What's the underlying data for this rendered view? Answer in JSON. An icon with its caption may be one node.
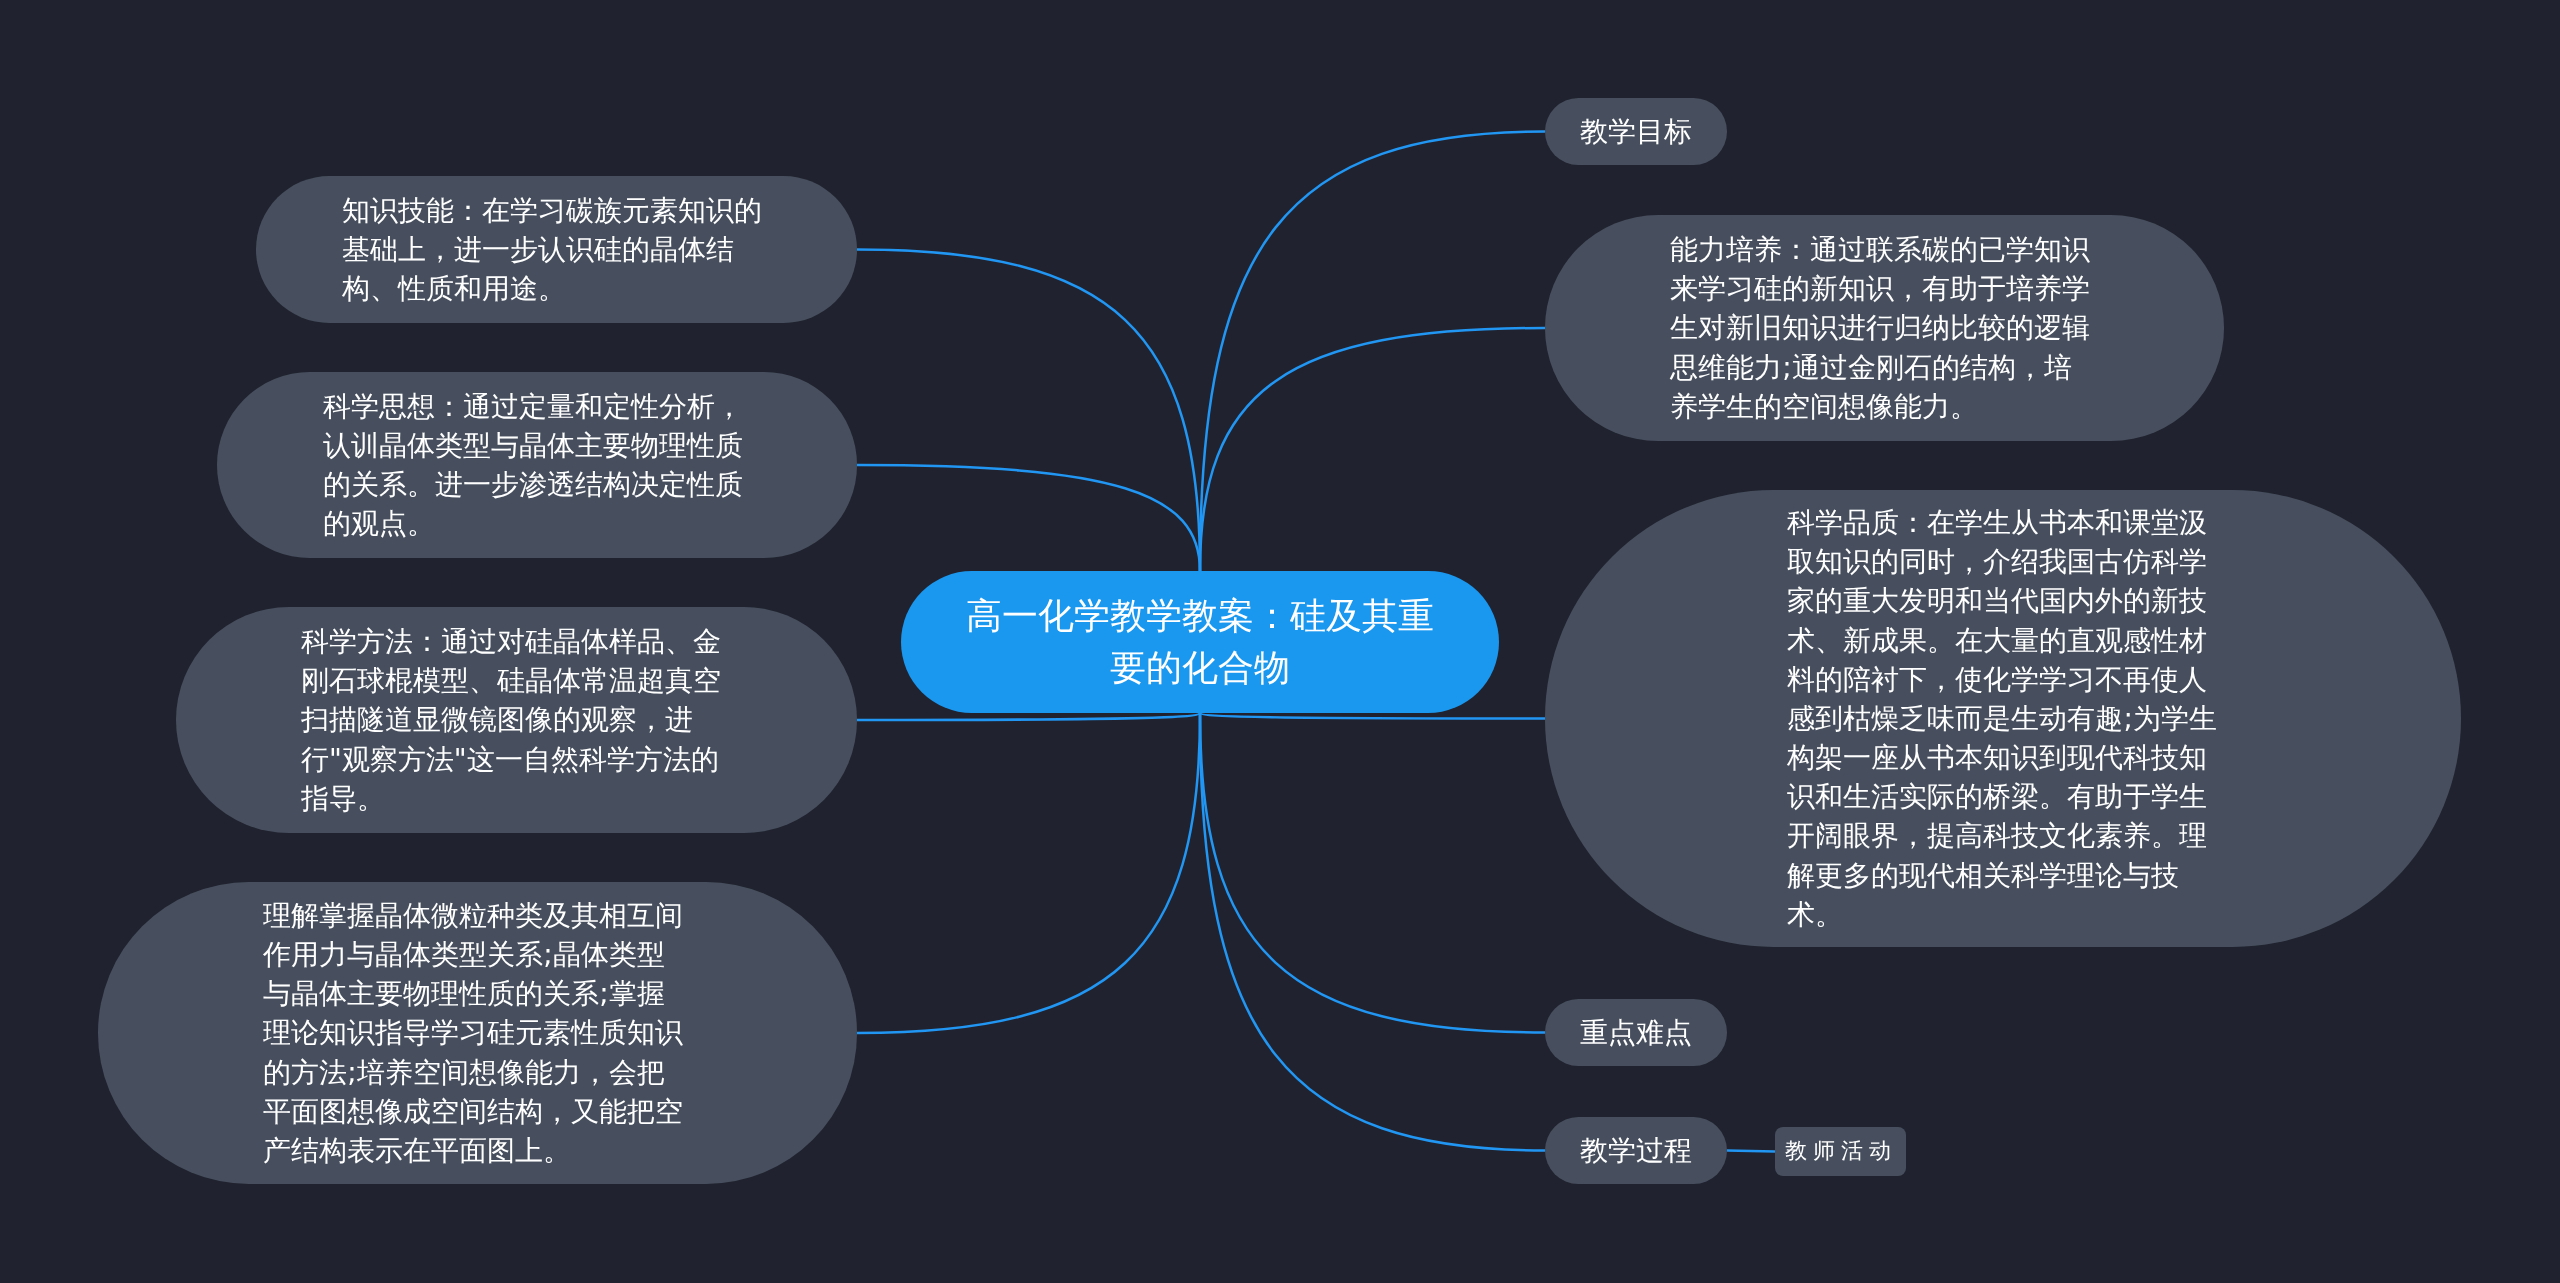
{
  "diagram": {
    "nodes": [
      {
        "text": [
          "高一化学教学教案：硅及其重要的化合物"
        ]
      },
      {
        "text": [
          "知识技能：在学习碳族元素知识的基础上，进一步认识硅的晶体结构、性质和用途。"
        ]
      },
      {
        "text": [
          "科学思想：通过定量和定性分析，认训晶体类型与晶体主要物理性质的关系。进一步渗透结构决定性质的观点。"
        ]
      },
      {
        "text": [
          "科学方法：通过对硅晶体样品、金刚石球棍模型、硅晶体常温超真空扫描隧道显微镜图像的观察，进行\"观察方法\"这一自然科学方法的指导。"
        ]
      },
      {
        "text": [
          "理解掌握晶体微粒种类及其相互间作用力与晶体类型关系;晶体类型与晶体主要物理性质的关系;掌握理论知识指导学习硅元素性质知识的方法;培养空间想像能力，会把平面图想像成空间结构，又能把空产结构表示在平面图上。"
        ]
      },
      {
        "text": [
          "教学目标"
        ]
      },
      {
        "text": [
          "能力培养：通过联系碳的已学知识来学习硅的新知识，有助于培养学生对新旧知识进行归纳比较的逻辑思维能力;通过金刚石的结构，培养学生的空间想像能力。"
        ]
      },
      {
        "text": [
          "科学品质：在学生从书本和课堂汲取知识的同时，介绍我国古仿科学家的重大发明和当代国内外的新技术、新成果。在大量的直观感性材料的陪衬下，使化学学习不再使人感到枯燥乏味而是生动有趣;为学生构架一座从书本知识到现代科技知识和生活实际的桥梁。有助于学生开阔眼界，提高科技文化素养。理解更多的现代相关科学理论与技术。"
        ]
      },
      {
        "text": [
          "重点难点"
        ]
      },
      {
        "text": [
          "教学过程"
        ]
      },
      {
        "text": [
          "教师活动"
        ]
      }
    ],
    "edges": [
      {
        "from": 0,
        "to": 1,
        "arrow": "none"
      },
      {
        "from": 0,
        "to": 2,
        "arrow": "none"
      },
      {
        "from": 0,
        "to": 3,
        "arrow": "none"
      },
      {
        "from": 0,
        "to": 4,
        "arrow": "none"
      },
      {
        "from": 0,
        "to": 5,
        "arrow": "none"
      },
      {
        "from": 0,
        "to": 6,
        "arrow": "none"
      },
      {
        "from": 0,
        "to": 7,
        "arrow": "none"
      },
      {
        "from": 0,
        "to": 8,
        "arrow": "none"
      },
      {
        "from": 0,
        "to": 9,
        "arrow": "none"
      },
      {
        "from": 9,
        "to": 10,
        "arrow": "none"
      }
    ]
  }
}
